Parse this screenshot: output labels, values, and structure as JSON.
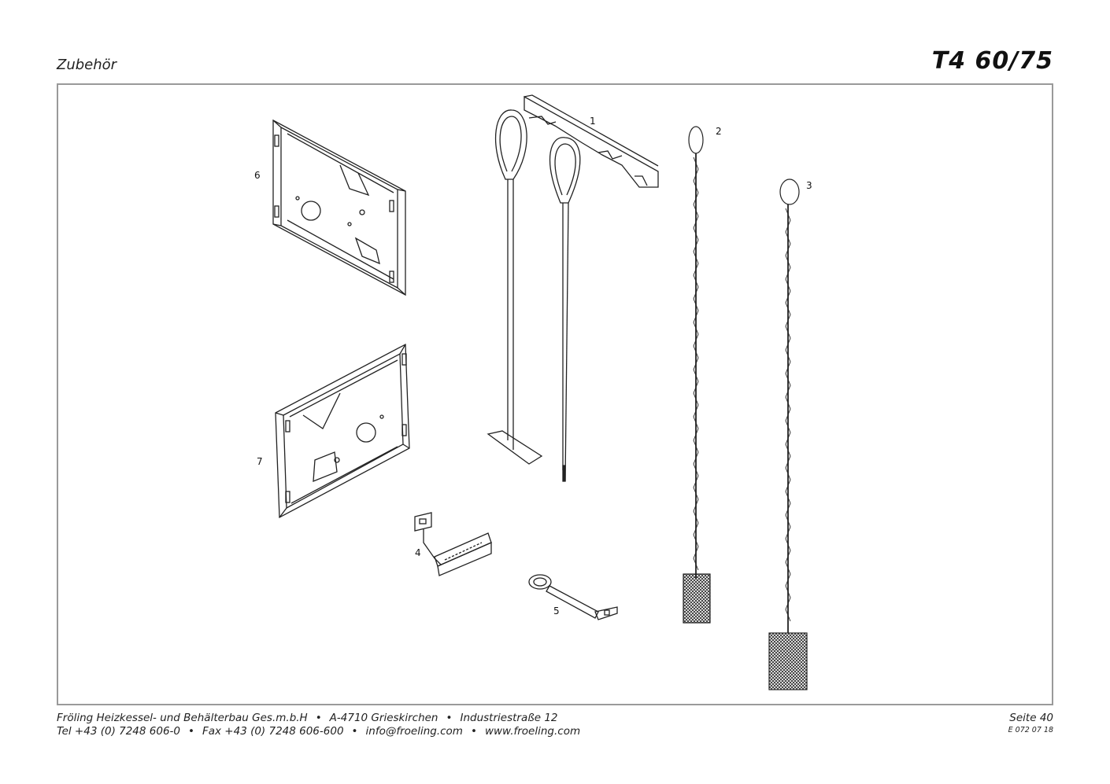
{
  "header": {
    "section_title": "Zubehör",
    "model": "T4 60/75"
  },
  "callouts": [
    "1",
    "2",
    "3",
    "4",
    "5",
    "6",
    "7"
  ],
  "footer": {
    "line1": [
      "Fröling Heizkessel- und Behälterbau Ges.m.b.H",
      "A-4710 Grieskirchen",
      "Industriestraße 12"
    ],
    "line2": [
      "Tel +43 (0) 7248 606-0",
      "Fax +43 (0) 7248 606-600",
      "info@froeling.com",
      "www.froeling.com"
    ],
    "separator": "•",
    "page": "Seite 40",
    "doc_code": "E 072 07 18"
  }
}
